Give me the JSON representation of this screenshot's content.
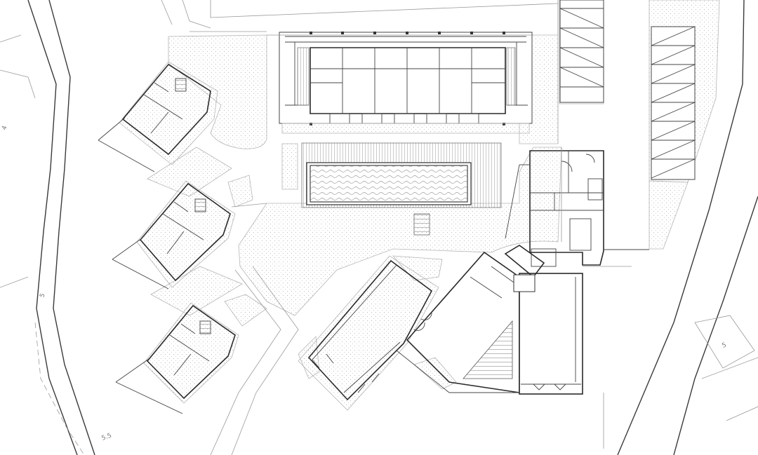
{
  "drawing": {
    "type": "site plan",
    "annotations": {
      "road_marker_west_top": "4",
      "road_marker_west_mid": "5",
      "road_marker_west_bottom": "5.5",
      "road_marker_east": "5"
    },
    "colors": {
      "background": "#ffffff",
      "line": "#2a2a2a",
      "thin_line": "#9a9a9a",
      "paving_dot": "#a8a8a8"
    }
  }
}
